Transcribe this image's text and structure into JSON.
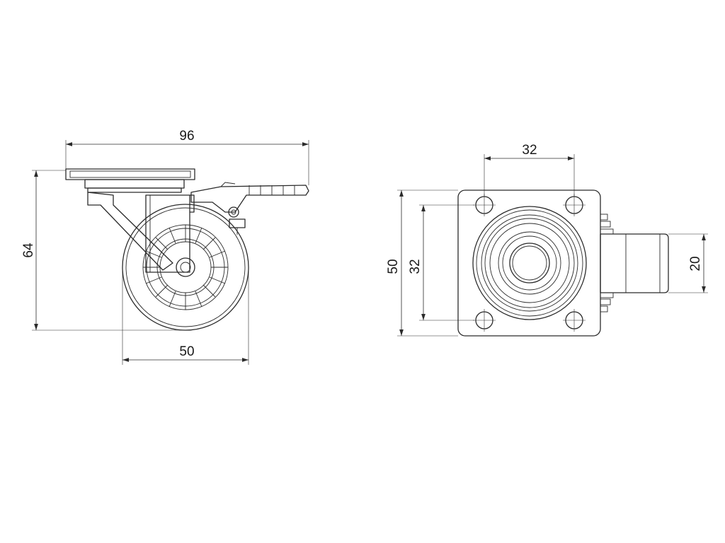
{
  "side_view": {
    "overall_width": "96",
    "overall_height": "64",
    "wheel_diameter": "50"
  },
  "top_view": {
    "hole_spacing_x": "32",
    "plate_size": "50",
    "hole_spacing_y": "32",
    "wheel_width": "20"
  }
}
